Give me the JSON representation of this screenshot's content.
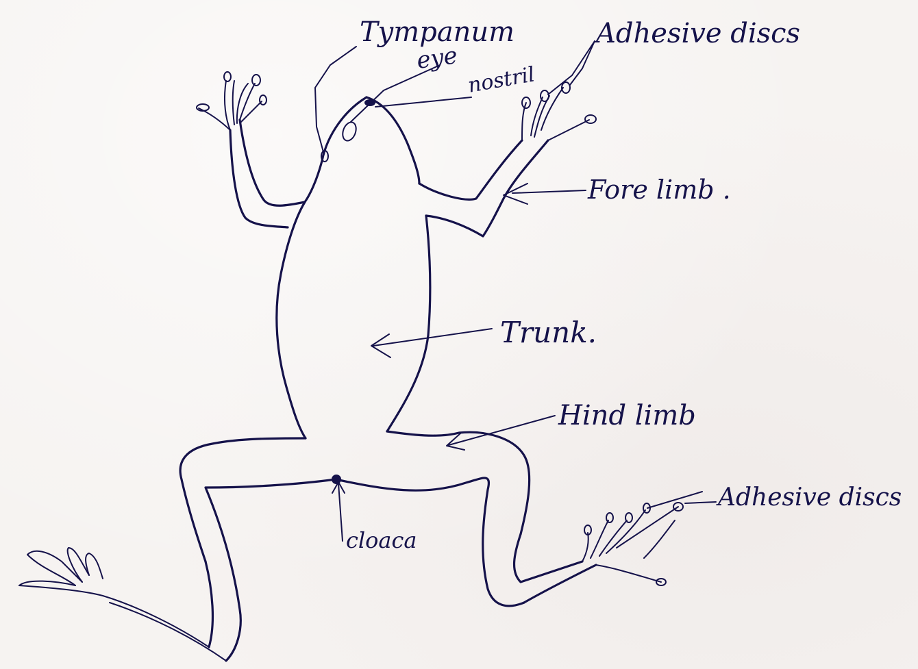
{
  "labels": {
    "tympanum": "Tympanum",
    "eye": "eye",
    "nostril": "nostril",
    "adhesive_discs_top": "Adhesive discs",
    "fore_limb": "Fore limb .",
    "trunk": "Trunk.",
    "hind_limb": "Hind limb",
    "cloaca": "cloaca",
    "adhesive_discs_bottom": "Adhesive discs"
  },
  "colors": {
    "ink": "#15124a",
    "paper": "#f6f3f1"
  }
}
